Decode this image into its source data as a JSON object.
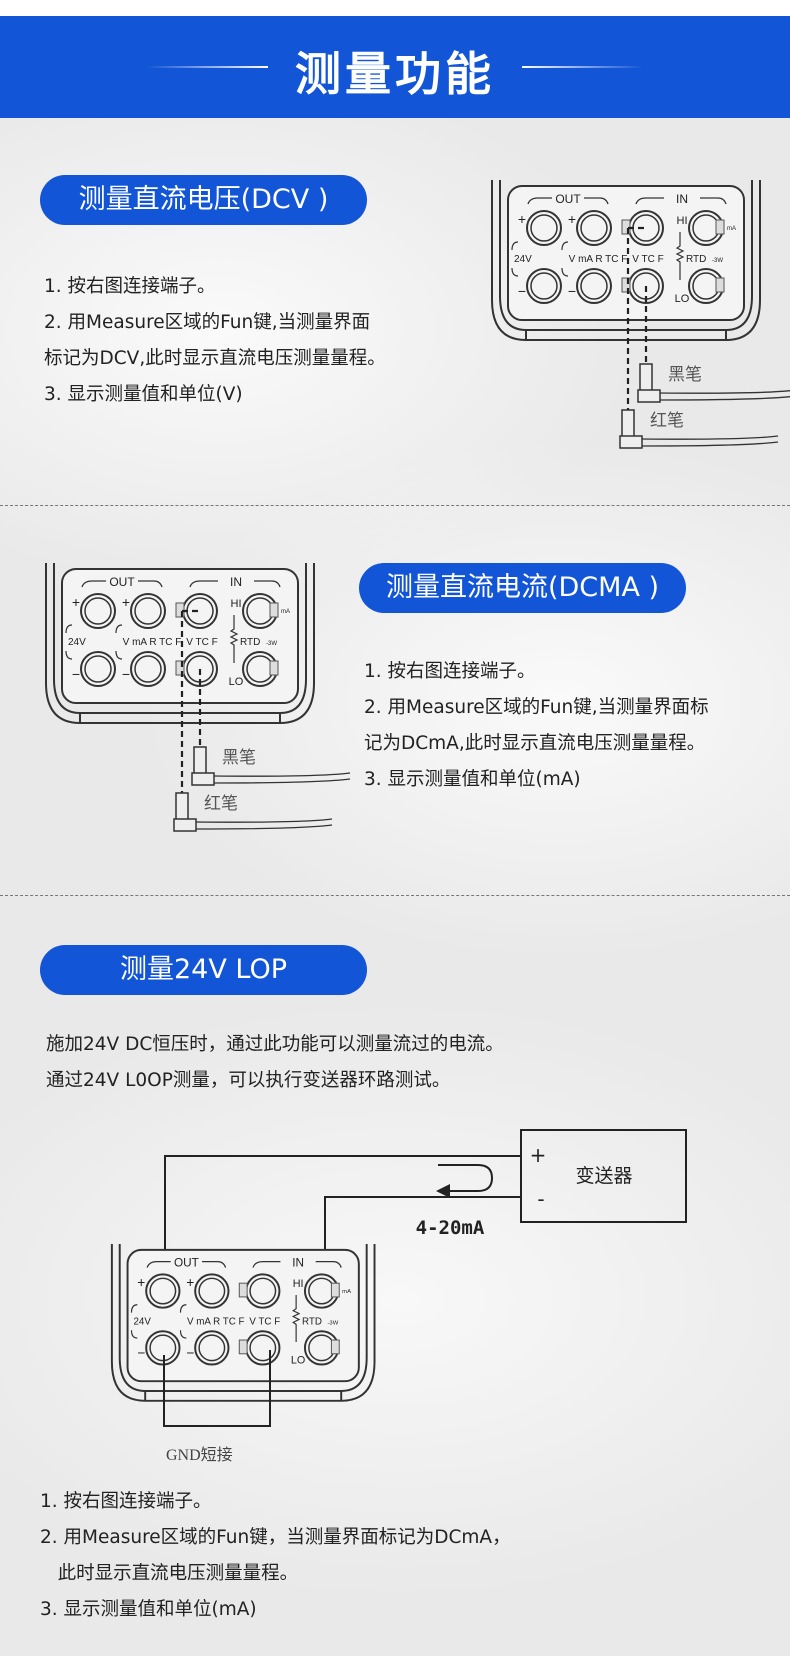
{
  "header": {
    "title": "测量功能"
  },
  "panel": {
    "out": "OUT",
    "in": "IN",
    "plus": "+",
    "minus": "−",
    "v24": "24V",
    "out_modes": "V mA R TC F",
    "in_modes": "V TC F",
    "hi": "HI",
    "lo": "LO",
    "rtd": "RTD",
    "rtd_suffix": "-3W",
    "ma": "mA"
  },
  "probes": {
    "black": "黑笔",
    "red": "红笔"
  },
  "sections": [
    {
      "title": "测量直流电压(DCV )",
      "lines": [
        "1. 按右图连接端子。",
        "2. 用Measure区域的Fun键,当测量界面",
        "标记为DCV,此时显示直流电压测量量程。",
        "3. 显示测量值和单位(V)"
      ]
    },
    {
      "title": "测量直流电流(DCMA )",
      "lines": [
        "1. 按右图连接端子。",
        "2. 用Measure区域的Fun键,当测量界面标",
        "记为DCmA,此时显示直流电压测量量程。",
        "3. 显示测量值和单位(mA)"
      ]
    },
    {
      "title": "测量24V LOP",
      "intro": [
        "施加24V DC恒压时，通过此功能可以测量流过的电流。",
        "通过24V L0OP测量，可以执行变送器环路测试。"
      ],
      "lines": [
        "1. 按右图连接端子。",
        "2. 用Measure区域的Fun键，当测量界面标记为DCmA，",
        "   此时显示直流电压测量量程。",
        "3. 显示测量值和单位(mA)"
      ]
    }
  ],
  "loop": {
    "transmitter": "变送器",
    "plus": "+",
    "minus": "-",
    "current": "4-20mA",
    "gnd": "GND短接"
  },
  "colors": {
    "brand": "#1255d6"
  }
}
